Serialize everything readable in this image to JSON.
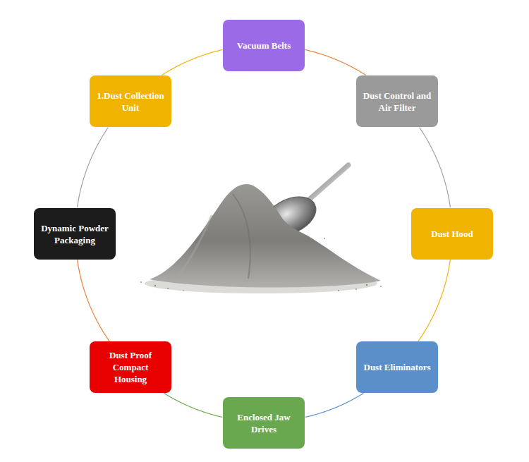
{
  "diagram": {
    "nodes": [
      {
        "text": [
          "1.Dust Collection Unit"
        ]
      },
      {
        "text": [
          "Vacuum Belts"
        ]
      },
      {
        "text": [
          "Dust Control and Air Filter"
        ]
      },
      {
        "text": [
          "Dust Hood"
        ]
      },
      {
        "text": [
          "Dust Eliminators"
        ]
      },
      {
        "text": [
          "Enclosed Jaw Drives"
        ]
      },
      {
        "text": [
          "Dust Proof Compact Housing"
        ]
      },
      {
        "text": [
          "Dynamic Powder Packaging"
        ]
      }
    ],
    "edges": [
      {
        "from": 0,
        "to": 1,
        "arrow": "none"
      },
      {
        "from": 1,
        "to": 2,
        "arrow": "none"
      },
      {
        "from": 2,
        "to": 3,
        "arrow": "none"
      },
      {
        "from": 3,
        "to": 4,
        "arrow": "none"
      },
      {
        "from": 4,
        "to": 5,
        "arrow": "none"
      },
      {
        "from": 5,
        "to": 6,
        "arrow": "none"
      },
      {
        "from": 6,
        "to": 7,
        "arrow": "none"
      },
      {
        "from": 7,
        "to": 0,
        "arrow": "none"
      }
    ]
  }
}
